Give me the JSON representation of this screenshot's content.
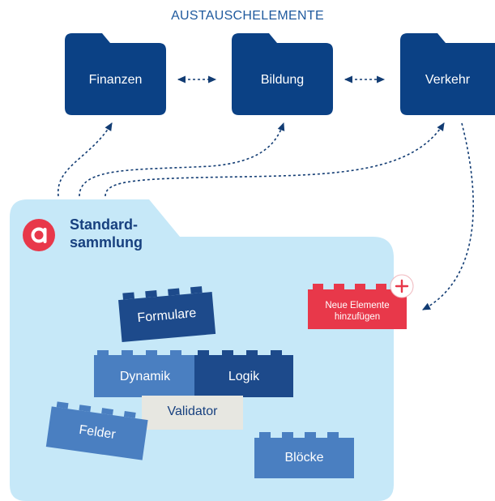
{
  "heading": "AUSTAUSCHELEMENTE",
  "folders": [
    {
      "label": "Finanzen"
    },
    {
      "label": "Bildung"
    },
    {
      "label": "Verkehr"
    }
  ],
  "collection": {
    "title_line1": "Standard-",
    "title_line2": "sammlung",
    "logo_icon": "letter-a-logo-icon"
  },
  "bricks": {
    "formulare": "Formulare",
    "dynamik": "Dynamik",
    "logik": "Logik",
    "validator": "Validator",
    "felder": "Felder",
    "bloecke": "Blöcke"
  },
  "new_element": {
    "line1": "Neue Elemente",
    "line2": "hinzufügen",
    "icon": "plus-icon"
  },
  "colors": {
    "folder": "#0b4185",
    "collection_bg": "#c6e8f8",
    "brick_blue": "#4a7fc1",
    "brick_dark": "#1d4a8b",
    "validator_bg": "#e7e7e1",
    "new_red": "#e8384a",
    "connector": "#123c73"
  }
}
